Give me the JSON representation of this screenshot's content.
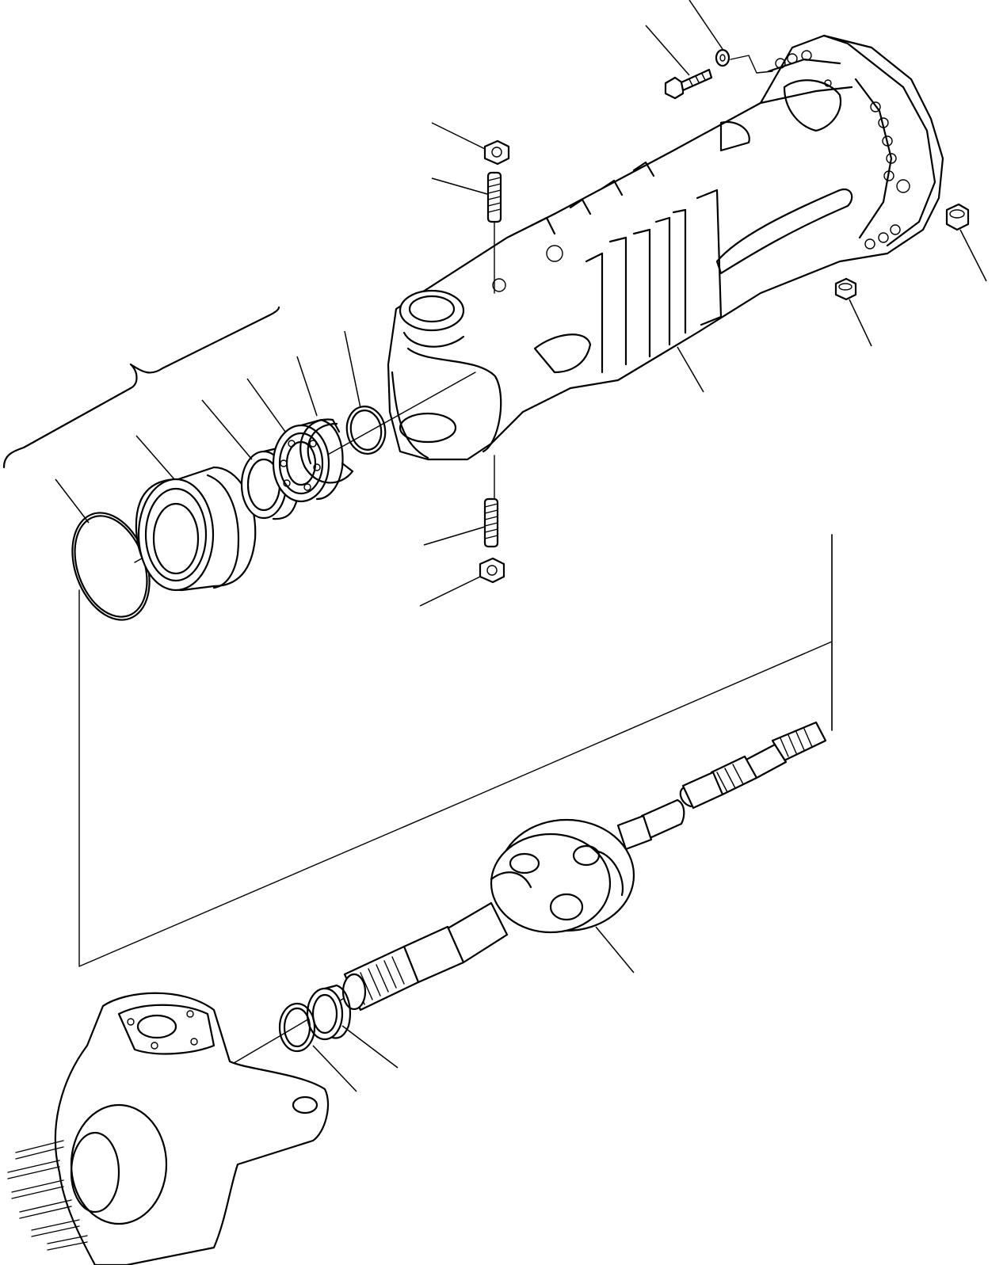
{
  "diagram": {
    "type": "exploded-parts-view",
    "parts": [
      {
        "name": "axle-housing"
      },
      {
        "name": "seal-kit-group"
      },
      {
        "name": "o-ring"
      },
      {
        "name": "oil-seal"
      },
      {
        "name": "spacer-ring"
      },
      {
        "name": "bearing"
      },
      {
        "name": "snap-ring-outer"
      },
      {
        "name": "snap-ring-inner"
      },
      {
        "name": "nut-upper"
      },
      {
        "name": "stud-upper"
      },
      {
        "name": "stud-lower"
      },
      {
        "name": "nut-lower"
      },
      {
        "name": "bolt"
      },
      {
        "name": "washer"
      },
      {
        "name": "plug-right"
      },
      {
        "name": "plug-bottom"
      },
      {
        "name": "drive-shaft-universal-joint"
      },
      {
        "name": "thrust-washer"
      },
      {
        "name": "retaining-ring"
      },
      {
        "name": "steering-knuckle"
      }
    ]
  }
}
